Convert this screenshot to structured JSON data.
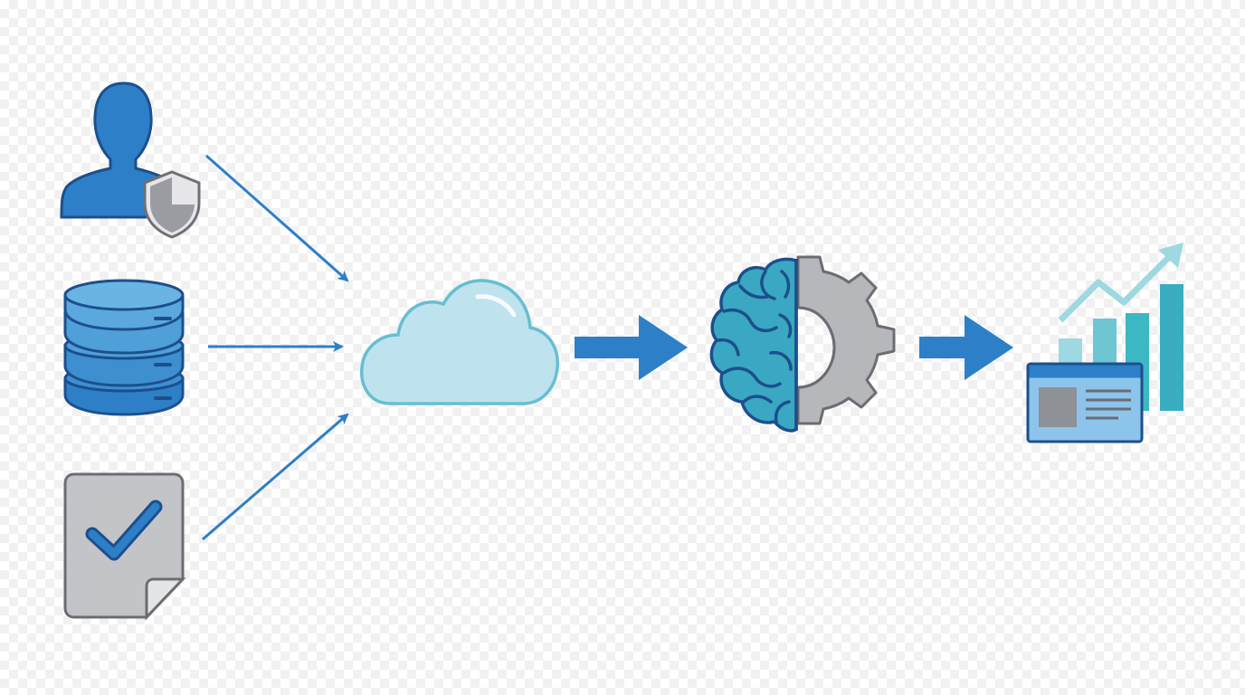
{
  "colors": {
    "primary_blue": "#2d7fc7",
    "dark_outline": "#1c4f8c",
    "db_light": "#4f9fd8",
    "cloud_fill": "#bfe3ee",
    "cloud_stroke": "#66bfd0",
    "teal": "#3aa8c2",
    "gear_gray": "#b5b7bb",
    "doc_gray": "#c3c4c7",
    "chart_teal": "#3cb8c4",
    "chart_light": "#9ed8e0"
  },
  "nodes": [
    {
      "id": "user",
      "icon": "user-shield-icon"
    },
    {
      "id": "database",
      "icon": "database-icon"
    },
    {
      "id": "document",
      "icon": "document-check-icon"
    },
    {
      "id": "cloud",
      "icon": "cloud-icon"
    },
    {
      "id": "ai",
      "icon": "brain-gear-icon"
    },
    {
      "id": "dashboard",
      "icon": "dashboard-chart-icon"
    }
  ],
  "edges": [
    {
      "from": "user",
      "to": "cloud"
    },
    {
      "from": "database",
      "to": "cloud"
    },
    {
      "from": "document",
      "to": "cloud"
    },
    {
      "from": "cloud",
      "to": "ai"
    },
    {
      "from": "ai",
      "to": "dashboard"
    }
  ]
}
